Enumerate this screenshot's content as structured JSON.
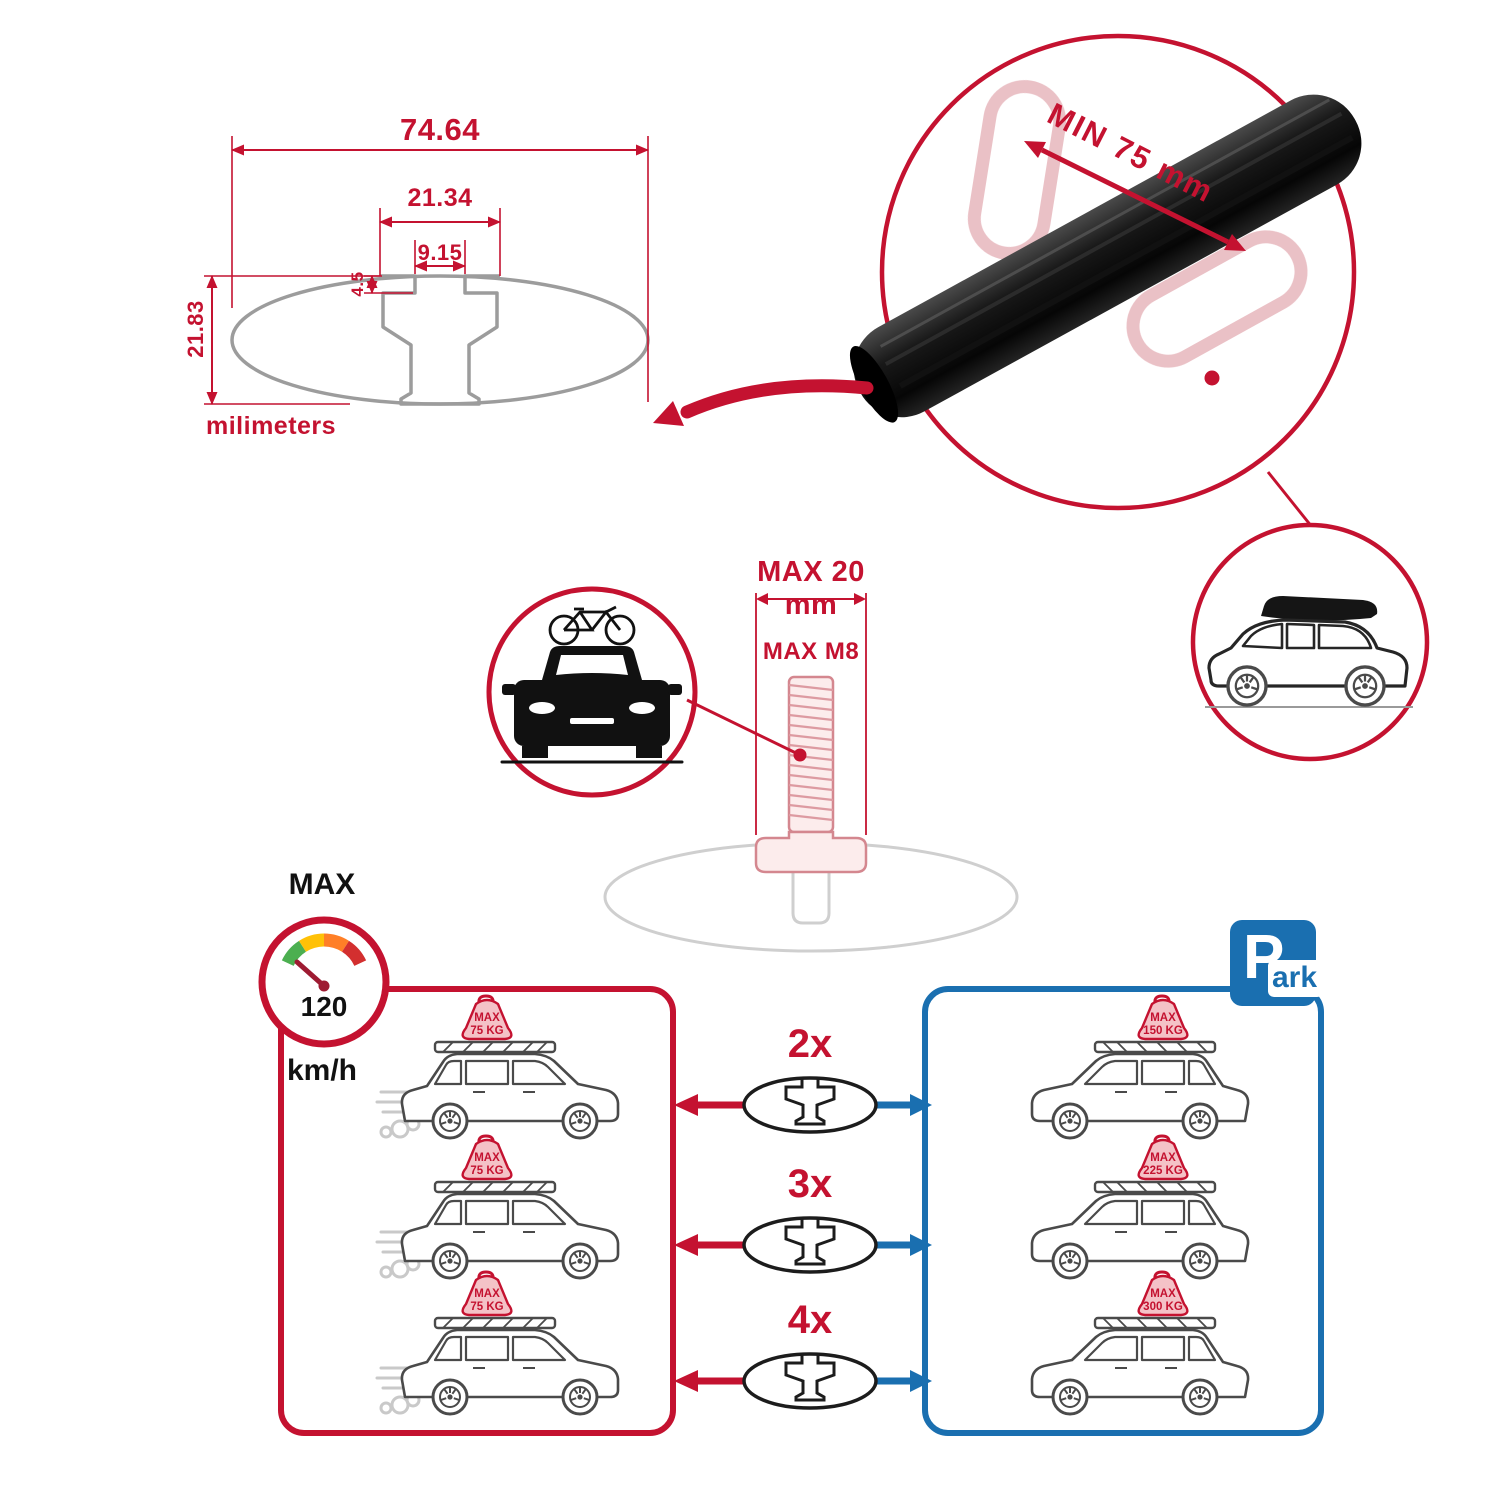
{
  "colors": {
    "accent_red": "#c41230",
    "accent_blue": "#1a6fb0",
    "bar_black": "#111111",
    "ghost_pink": "#e7b6bc",
    "line_gray": "#9c9c9c"
  },
  "tech_drawing": {
    "dim_total_width": "74.64",
    "dim_channel_width": "21.34",
    "dim_slot_width": "9.15",
    "dim_lip_depth": "4.5",
    "dim_total_height": "21.83",
    "units_label": "milimeters"
  },
  "bar_detail": {
    "min_span_label": "MIN 75 mm"
  },
  "bolt_detail": {
    "max_width_label": "MAX 20 mm",
    "max_thread_label": "MAX M8"
  },
  "speed_limit": {
    "title": "MAX",
    "value": "120",
    "units": "km/h"
  },
  "park_sign": {
    "letter": "P",
    "suffix": "ark"
  },
  "combos": [
    {
      "qty": "2x",
      "left_load": {
        "max": "MAX",
        "kg": "75 KG"
      },
      "right_load": {
        "max": "MAX",
        "kg": "150 KG"
      }
    },
    {
      "qty": "3x",
      "left_load": {
        "max": "MAX",
        "kg": "75 KG"
      },
      "right_load": {
        "max": "MAX",
        "kg": "225 KG"
      }
    },
    {
      "qty": "4x",
      "left_load": {
        "max": "MAX",
        "kg": "75 KG"
      },
      "right_load": {
        "max": "MAX",
        "kg": "300 KG"
      }
    }
  ]
}
